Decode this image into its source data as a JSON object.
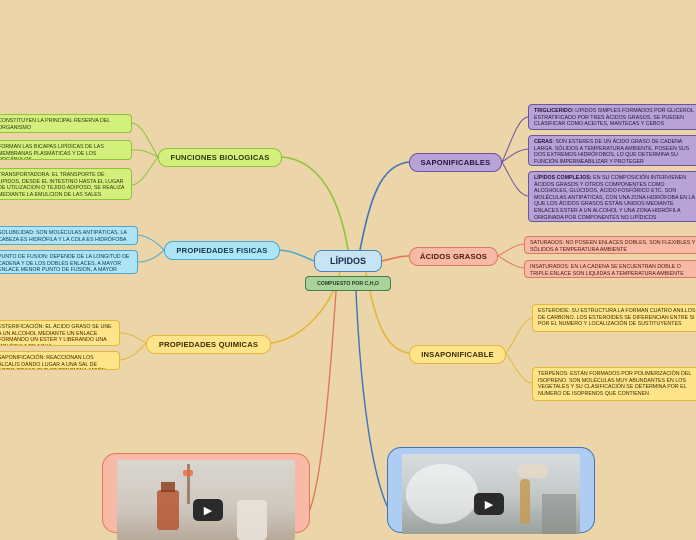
{
  "center": {
    "title": "LÍPIDOS",
    "subtitle": "COMPUESTO POR C,H,O"
  },
  "branches": {
    "funciones": {
      "label": "FUNCIONES BIOLOGICAS",
      "color": "#8cc43a",
      "leaves": [
        "CONSTITUYEN LA PRINCIPAL RESERVA DEL ORGANISMO",
        "FORMAN LAS BICAPAS LIPÍDICAS DE LAS MEMBRANAS PLASMÁTICAS Y DE LOS ORGÁNULOS",
        "TRANSPORTADORA: EL TRANSPORTE DE LIPIDOS, DESDE EL INTESTINO HASTA EL LUGAR DE UTILIZACION O TEJIDO ADIPOSO, SE REALIZA MEDIANTE LA EMULCION DE LAS SALES"
      ]
    },
    "fisicas": {
      "label": "PROPIEDADES FISICAS",
      "color": "#49a8d4",
      "leaves": [
        "SOLUBILIDAD: SON MOLÉCULAS ANTIPÁTICAS. LA CABEZA ES HIDRÓFILA Y LA COLA ES HIDRÓFOBA",
        "PUNTO DE FUSION: DEPENDE DE LA LONGITUD DE CADENA Y DE LOS DOBLES ENLACES. A MAYOR ENLACE MENOR PUNTO DE FUSION, A MAYOR CADENA, MAYOR PUNTO DE FUSION"
      ]
    },
    "quimicas": {
      "label": "PROPIEDADES QUIMICAS",
      "color": "#e3b73a",
      "leaves": [
        "ESTERIFICACIÓN: EL ÁCIDO GRASO SE UNE A UN ALCOHOL MEDIANTE UN ENLACE FORMANDO UN ESTER Y LIBERANDO UNA MOLÉCULA DE AGUA",
        "SAPONIFICACIÓN: REACCIONAN LOS ÁLCALIS DANDO LUGAR A UNA SAL DE ÁCIDO GRASO QUE SE DENOMINA JABÓN"
      ]
    },
    "saponificables": {
      "label": "SAPONIFICABLES",
      "color": "#6b55a0",
      "leaves": [
        {
          "term": "TRIGLICERIDO:",
          "text": " LÍPIDOS SIMPLES FORMADOS POR GLICEROL ESTRATIFICADO POR TRES ÁCIDOS GRASOS. SE PUEDEN CLASIFICAR COMO ACEITES, MANTECAS Y CEBOS"
        },
        {
          "term": "CERAS",
          "text": ": SON ESTERES DE UN ÁCIDO GRASO DE CADENA LARGA. SÓLIDOS A TEMPERATURA AMBIENTE, POSEEN SUS DOS EXTREMOS HIDRÓFOBOS, LO QUE DETERMINA SU FUNCIÓN IMPERMEABILIZAR Y PROTEGER"
        },
        {
          "term": "LÍPIDOS COMPLEJOS:",
          "text": " EN SU COMPOSICIÓN INTERVIENEN ÁCIDOS GRASOS Y OTROS COMPONENTES COMO ALCOHOLES, GLÚCIDOS, ÁCIDO FOSFÓRICO ETC. SON MOLÉCULAS ANTIPÁTICAS, CON UNA ZONA HIDRÓFOBA EN LA QUE LOS ÁCIDOS GRASOS ESTÁN UNIDOS MEDIANTE ENLACES ESTER A UN ALCOHOL Y UNA ZONA HIDRÓFILA ORIGINADA POR COMPONENTES NO LIPÍDICOS"
        }
      ]
    },
    "acidos": {
      "label": "ÁCIDOS GRASOS",
      "color": "#e0785c",
      "leaves": [
        "SATURADOS: NO POSEEN ENLACES DOBLES, SON FLEXIBLES Y SÓLIDOS A TEMPERATURA AMBIENTE",
        "INSATURADOS: EN LA CADENA SE ENCUENTRAN DOBLE O TRIPLE ENLACE SON LIQUIDAS A TEMPERATURA AMBIENTE"
      ]
    },
    "insaponificable": {
      "label": "INSAPONIFICABLE",
      "color": "#e3b73a",
      "leaves": [
        "ESTEROIDE: SU ESTRUCTURA LA FORMAN CUATRO ANILLOS DE CARBONO. LOS ESTEROIDES SE DIFERENCIAN ENTRE SI POR EL NUMERO Y LOCALIZACIÓN DE SUSTITUYENTES",
        "TERPENOS: ESTÁN FORMADOS POR POLIMERIZACIÓN DEL ISOPRENO. SON MOLÉCULAS MUY ABUNDANTES EN LOS VEGETALES Y SU CLASIFICACIÓN SE DETERMINA POR EL NUMERO DE ISOPRENOS QUE CONTIENEN"
      ]
    }
  },
  "videos": [
    {
      "icon": "play-icon",
      "color": "#f8b9a6"
    },
    {
      "icon": "play-icon",
      "color": "#aecdf2"
    }
  ]
}
